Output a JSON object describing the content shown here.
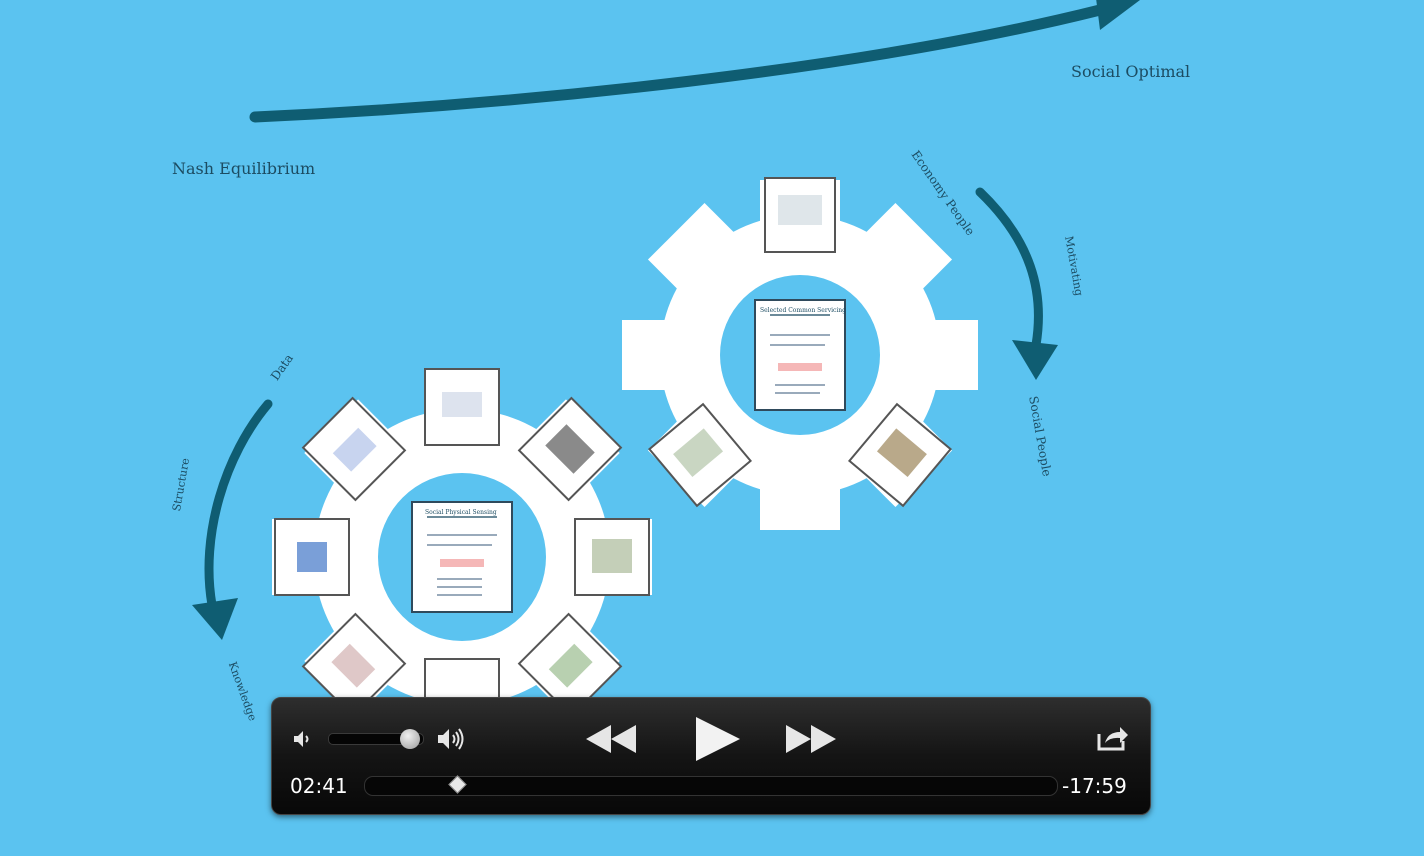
{
  "canvas": {
    "top_label": "Social Optimal",
    "left_label": "Nash Equilibrium",
    "right_cycle": {
      "label_top": "Economy People",
      "label_bottom": "Social People",
      "label_middle": "Motivating"
    },
    "left_cycle": {
      "label_top": "Data",
      "label_middle": "Structure",
      "label_bottom": "Knowledge"
    },
    "gear_small_title": "Social Physical Sensing",
    "gear_large_title": "Selected Common Servicing",
    "colors": {
      "background": "#5bc3f0",
      "arrow": "#0f5d72",
      "gear": "#ffffff"
    }
  },
  "player": {
    "time_elapsed": "02:41",
    "time_remaining": "-17:59",
    "progress": 0.134,
    "volume": 0.85,
    "icons": [
      "volume-low-icon",
      "volume-high-icon",
      "rewind-icon",
      "play-icon",
      "fast-forward-icon",
      "share-icon"
    ]
  }
}
